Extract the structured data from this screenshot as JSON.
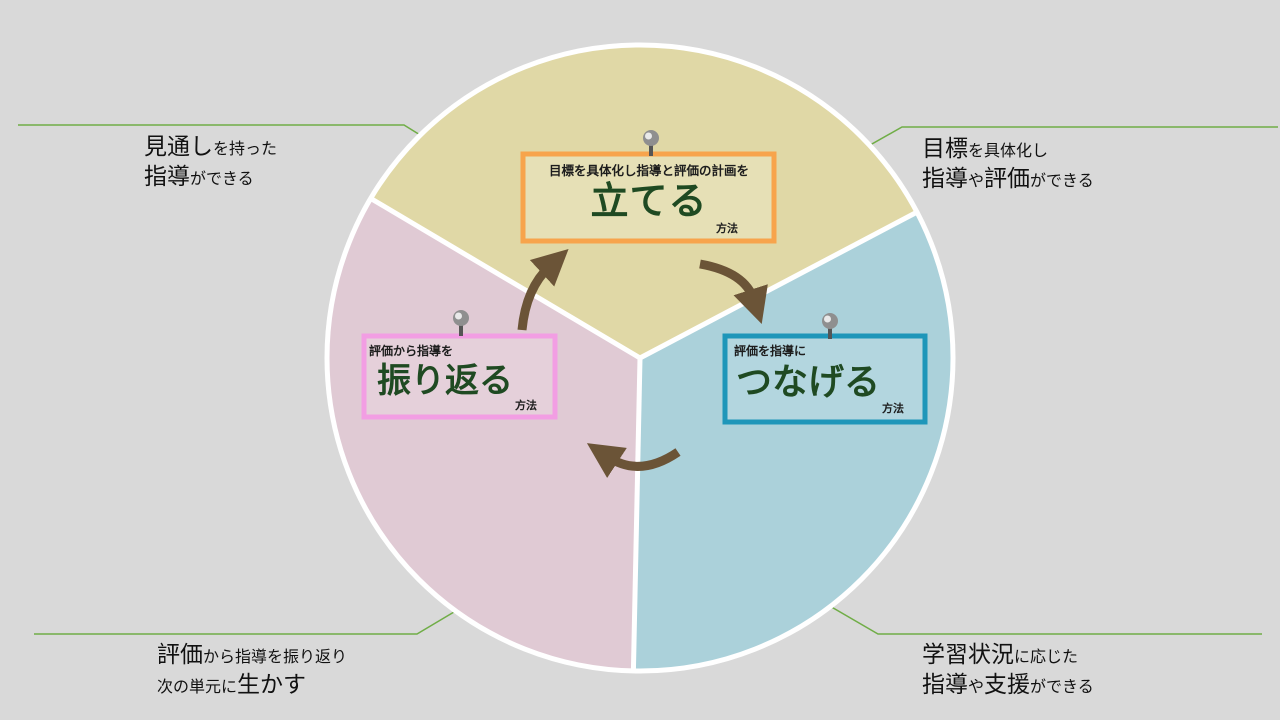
{
  "colors": {
    "background": "#d9d9d9",
    "sector_top": "#e0d8a6",
    "sector_right": "#abd1da",
    "sector_left": "#e0cad4",
    "border_orange": "#f7a44c",
    "border_blue": "#1e96b9",
    "border_pink": "#f29ee3",
    "title_green": "#1f4a22",
    "leader_line": "#70ad47",
    "arrow_brown": "#6b5437"
  },
  "icons": [
    "pushpin-icon",
    "cycle-arrow-icon"
  ],
  "labels": {
    "top": {
      "pre": "目標を具体化し指導と評価の計画を",
      "main": "立てる",
      "suffix": "方法"
    },
    "right": {
      "pre": "評価を指導に",
      "main": "つなげる",
      "suffix": "方法"
    },
    "left": {
      "pre": "評価から指導を",
      "main": "振り返る",
      "suffix": "方法"
    }
  },
  "callouts": {
    "top_left": {
      "line1": [
        {
          "t": "見通し",
          "s": "big"
        },
        {
          "t": "を持った",
          "s": "small"
        }
      ],
      "line2": [
        {
          "t": "指導",
          "s": "big"
        },
        {
          "t": "ができる",
          "s": "small"
        }
      ]
    },
    "top_right": {
      "line1": [
        {
          "t": "目標",
          "s": "big"
        },
        {
          "t": "を具体化し",
          "s": "small"
        }
      ],
      "line2": [
        {
          "t": "指導",
          "s": "big"
        },
        {
          "t": "や",
          "s": "small"
        },
        {
          "t": "評価",
          "s": "big"
        },
        {
          "t": "ができる",
          "s": "small"
        }
      ]
    },
    "bottom_left": {
      "line1": [
        {
          "t": "評価",
          "s": "big"
        },
        {
          "t": "から指導を振り返り",
          "s": "small"
        }
      ],
      "line2": [
        {
          "t": "次の単元に",
          "s": "small"
        },
        {
          "t": "生かす",
          "s": "big"
        }
      ]
    },
    "bottom_right": {
      "line1": [
        {
          "t": "学習状況",
          "s": "big"
        },
        {
          "t": "に応じた",
          "s": "small"
        }
      ],
      "line2": [
        {
          "t": "指導",
          "s": "big"
        },
        {
          "t": "や",
          "s": "small"
        },
        {
          "t": "支援",
          "s": "big"
        },
        {
          "t": "ができる",
          "s": "small"
        }
      ]
    }
  }
}
